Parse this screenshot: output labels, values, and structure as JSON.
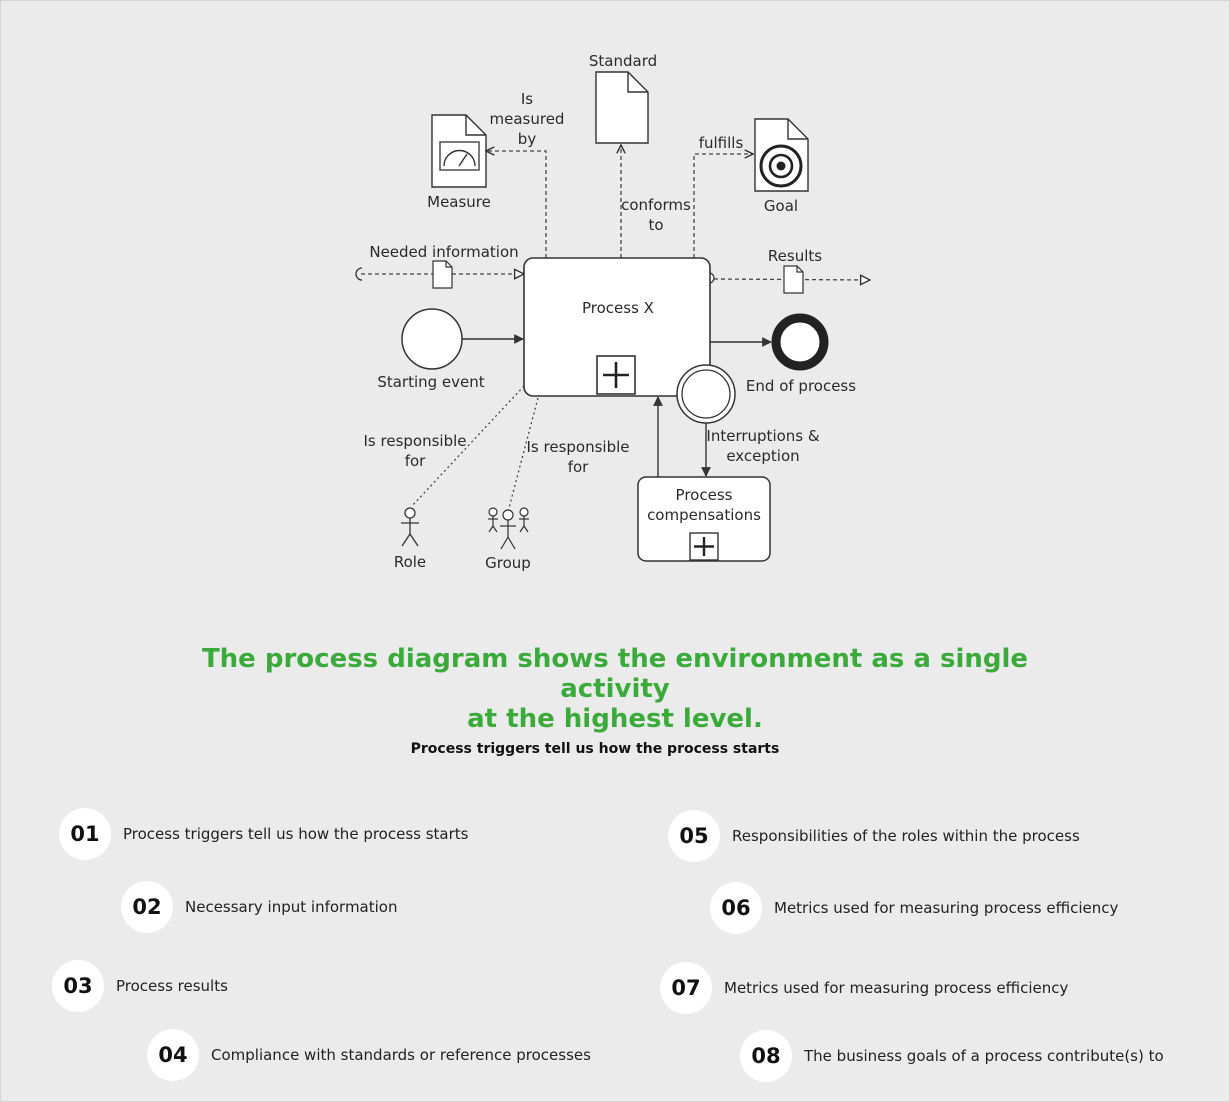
{
  "diagram": {
    "standard": "Standard",
    "is_measured_by": [
      "Is",
      "measured",
      "by"
    ],
    "measure": "Measure",
    "fulfills": "fulfills",
    "goal": "Goal",
    "conforms_to": [
      "conforms",
      "to"
    ],
    "needed_information": "Needed information",
    "results": "Results",
    "process_x": "Process X",
    "starting_event": "Starting event",
    "end_of_process": "End of process",
    "interruptions": [
      "Interruptions &",
      "exception"
    ],
    "is_responsible_for_role": [
      "Is responsible",
      "for"
    ],
    "is_responsible_for_group": [
      "Is responsible",
      "for"
    ],
    "process_compensations": [
      "Process",
      "compensations"
    ],
    "role": "Role",
    "group": "Group"
  },
  "headline": {
    "line1": "The process diagram shows the environment as a single activity",
    "line2": "at the highest level."
  },
  "subhead": "Process triggers tell us how the process starts",
  "items": [
    {
      "num": "01",
      "text": "Process triggers tell us how the process starts"
    },
    {
      "num": "02",
      "text": "Necessary input information"
    },
    {
      "num": "03",
      "text": "Process results"
    },
    {
      "num": "04",
      "text": "Compliance with standards or reference processes"
    },
    {
      "num": "05",
      "text": "Responsibilities of the roles within the process"
    },
    {
      "num": "06",
      "text": "Metrics used for measuring process efficiency"
    },
    {
      "num": "07",
      "text": "Metrics used for measuring process efficiency"
    },
    {
      "num": "08",
      "text": "The business goals of a process contribute(s) to"
    }
  ]
}
